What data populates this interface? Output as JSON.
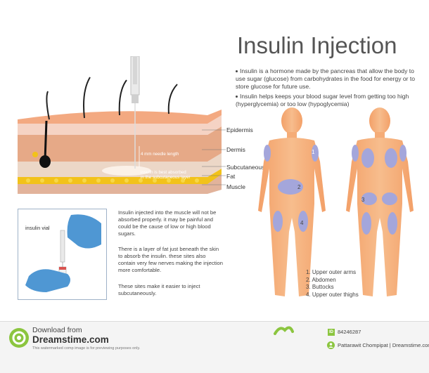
{
  "title": "Insulin Injection",
  "bullets": [
    "Insulin is a hormone made by the pancreas that allow the body to use sugar (glucose) from carbohydrates in the food for energy or to store glucose for future use.",
    "Insulin helps keeps your blood sugar level from getting too high (hyperglycemia) or too low (hypoglycemia)"
  ],
  "skin_layers": [
    "Epidermis",
    "Dermis",
    "Subcutaneous",
    "Fat",
    "Muscle"
  ],
  "diagram_inner": {
    "needle_length": "4 mm needle length",
    "absorbed_line1": "insulin is best absorbed",
    "absorbed_line2": "in the subcutaneous layer"
  },
  "vial": {
    "label": "insulin vial"
  },
  "paragraphs": [
    "Insulin injected into the muscle will not be absorbed properly. it may be painful and could be the cause of low or high blood sugars.",
    "There is a layer of fat just beneath the skin to absorb the insulin. these sites also contain very few nerves making the injection more comfortable.",
    "These sites make it easier to inject subcutaneously."
  ],
  "body_markers": [
    "1",
    "2",
    "3",
    "4"
  ],
  "sites": [
    "1. Upper outer arms",
    "2. Abdomen",
    "3. Buttocks",
    "4. Upper outer thighs"
  ],
  "footer": {
    "download_from": "Download from",
    "site": "Dreamstime.com",
    "disclaimer": "This watermarked comp image is for previewing purposes only.",
    "id_badge": "ID",
    "id": "84246287",
    "credit": "Pattarawit Chompipat | Dreamstime.com"
  },
  "colors": {
    "skin": "#f6b987",
    "dermis": "#e6a987",
    "epidermis": "#f5d3c4",
    "fat": "#f2c21a",
    "site_marker": "#a4a6db",
    "glove": "#4f97d3",
    "dreamstime_green": "#8bc53f"
  }
}
